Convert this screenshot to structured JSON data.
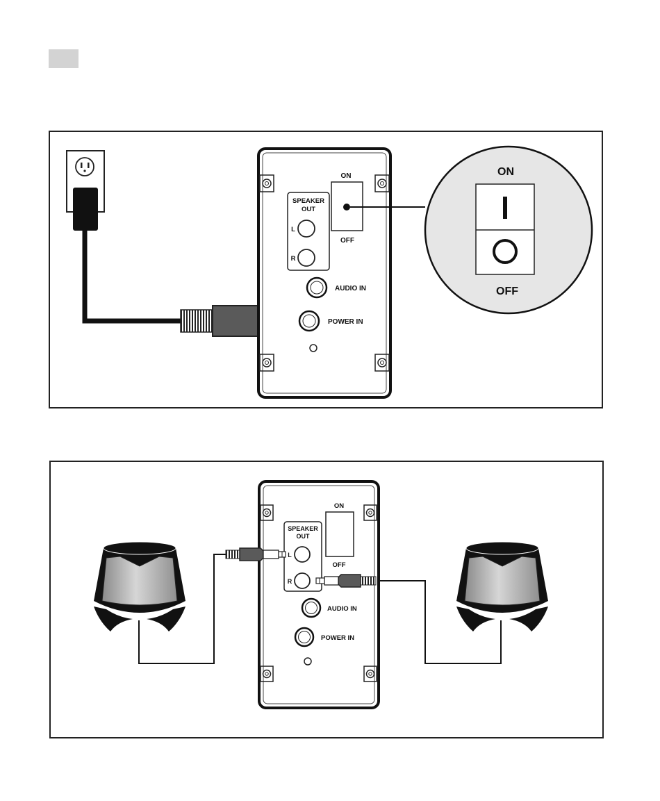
{
  "figure1": {
    "switch_on_label": "ON",
    "switch_off_label": "OFF",
    "speaker_out_line1": "SPEAKER",
    "speaker_out_line2": "OUT",
    "jack_l_label": "L",
    "jack_r_label": "R",
    "audio_in_label": "AUDIO IN",
    "power_in_label": "POWER IN",
    "zoom_on_label": "ON",
    "zoom_off_label": "OFF"
  },
  "figure2": {
    "switch_on_label": "ON",
    "switch_off_label": "OFF",
    "speaker_out_line1": "SPEAKER",
    "speaker_out_line2": "OUT",
    "jack_l_label": "L",
    "jack_r_label": "R",
    "audio_in_label": "AUDIO IN",
    "power_in_label": "POWER IN"
  },
  "colors": {
    "ink": "#111111",
    "tab_gray": "#d3d3d3",
    "plug_gray": "#5a5a5a",
    "speaker_silver": "#b5b5b5"
  }
}
